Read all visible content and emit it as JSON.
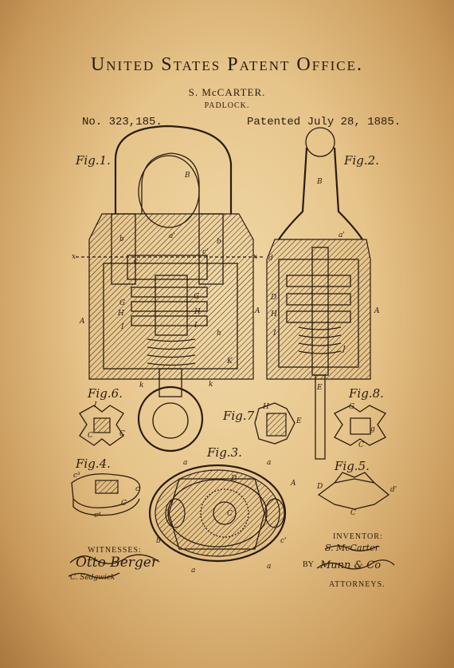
{
  "header": {
    "office": "United States Patent Office.",
    "inventor_name": "S. McCARTER.",
    "title": "PADLOCK.",
    "number": "No. 323,185.",
    "date": "Patented July 28, 1885."
  },
  "figures": {
    "fig1": "Fig.1.",
    "fig2": "Fig.2.",
    "fig3": "Fig.3.",
    "fig4": "Fig.4.",
    "fig5": "Fig.5.",
    "fig6": "Fig.6.",
    "fig7": "Fig.7.",
    "fig8": "Fig.8."
  },
  "footer": {
    "witnesses_label": "WITNESSES:",
    "inventor_label": "INVENTOR:",
    "by_label": "BY",
    "attorneys_label": "ATTORNEYS."
  },
  "colors": {
    "ink": "#2a1c10",
    "paper": "#e6c48a"
  }
}
